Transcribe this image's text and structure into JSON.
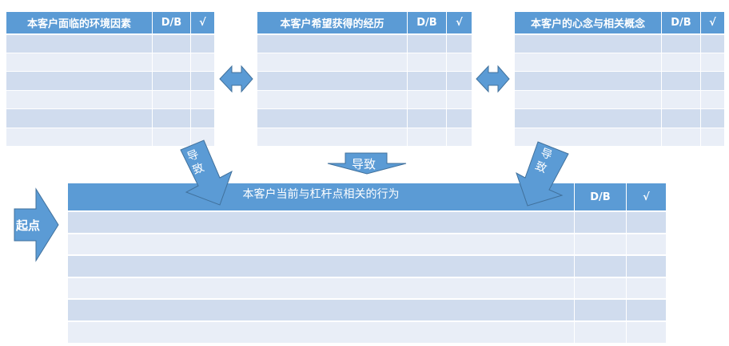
{
  "tables": [
    {
      "title": "本客户面临的环境因素",
      "col2": "D/B",
      "col3": "√",
      "rows": 6
    },
    {
      "title": "本客户希望获得的经历",
      "col2": "D/B",
      "col3": "√",
      "rows": 6
    },
    {
      "title": "本客户的心念与相关概念",
      "col2": "D/B",
      "col3": "√",
      "rows": 6
    },
    {
      "title": "本客户当前与杠杆点相关的行为",
      "col2": "D/B",
      "col3": "√",
      "rows": 6
    }
  ],
  "arrows": {
    "lead_left": "导致",
    "lead_center": "导致",
    "lead_right": "导致",
    "start": "起点"
  },
  "colors": {
    "header": "#5b9bd5",
    "row_dark": "#d0dcee",
    "row_light": "#e9eef7"
  }
}
